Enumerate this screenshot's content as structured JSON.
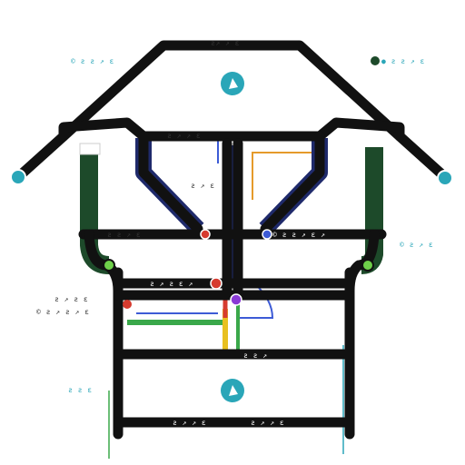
{
  "labels": {
    "top_banner": "ƨ↗ ↗ ɛ",
    "top_left": "© ƨ ƨ ↗ ɛ",
    "top_right": "● ƨ ƨ ↗ ɛ",
    "upper_box": "ƨ ↗ ↗ ɛ",
    "center": "ƨ ↗ ɛ",
    "mid_left": "ƨ ƨ ↗ ɛ",
    "mid_right": "© ƨ ƨ ↗ ɛ ↗",
    "right_edge": "© ƨ ↗ ɛ",
    "middle_row": "ƨ ↗ ƨ ɛ ↗",
    "left_text_1": "ƨ ↗ ƨ ɛ",
    "left_text_2": "© ƨ ↗ ƨ ↗ ɛ",
    "lower_left": "ƨ ƨ ɛ",
    "bottom_left": "ƨ ↗ ↗ ɛ",
    "bottom_right": "ƨ ↗ ↗ ɛ",
    "vertical_right": "ƨ ƨ ↗"
  },
  "colors": {
    "road": "#111111",
    "green_line": "#1d4a2a",
    "navy": "#1f2a6b",
    "teal": "#2aa6b8",
    "blue": "#3d5bd6",
    "orange": "#e59a2a",
    "red": "#d63b2f",
    "green": "#3aa84a",
    "yellow": "#e8c020",
    "purple": "#8a3ad6",
    "lime": "#6ed04a"
  },
  "icons": {
    "top_marker": "location-icon",
    "bottom_marker": "location-icon"
  }
}
